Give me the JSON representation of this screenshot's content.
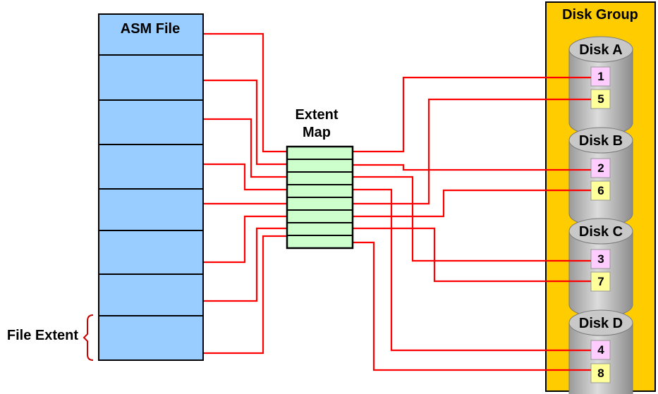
{
  "asm_file": {
    "title": "ASM File",
    "extent_count": 8
  },
  "file_extent_label": "File Extent",
  "extent_map": {
    "title_line1": "Extent",
    "title_line2": "Map",
    "entries": 8
  },
  "disk_group": {
    "title": "Disk Group",
    "disks": [
      {
        "name": "Disk A",
        "extents": [
          "1",
          "5"
        ]
      },
      {
        "name": "Disk B",
        "extents": [
          "2",
          "6"
        ]
      },
      {
        "name": "Disk C",
        "extents": [
          "3",
          "7"
        ]
      },
      {
        "name": "Disk D",
        "extents": [
          "4",
          "8"
        ]
      }
    ]
  },
  "colors": {
    "file_extent_fill": "#99ccff",
    "extent_map_fill": "#ccffcc",
    "disk_group_fill": "#ffcc00",
    "disk_fill": "#bfbfbf",
    "odd_extent_fill": "#ffccff",
    "even_extent_fill": "#ffff99",
    "connector": "#ff0000"
  }
}
